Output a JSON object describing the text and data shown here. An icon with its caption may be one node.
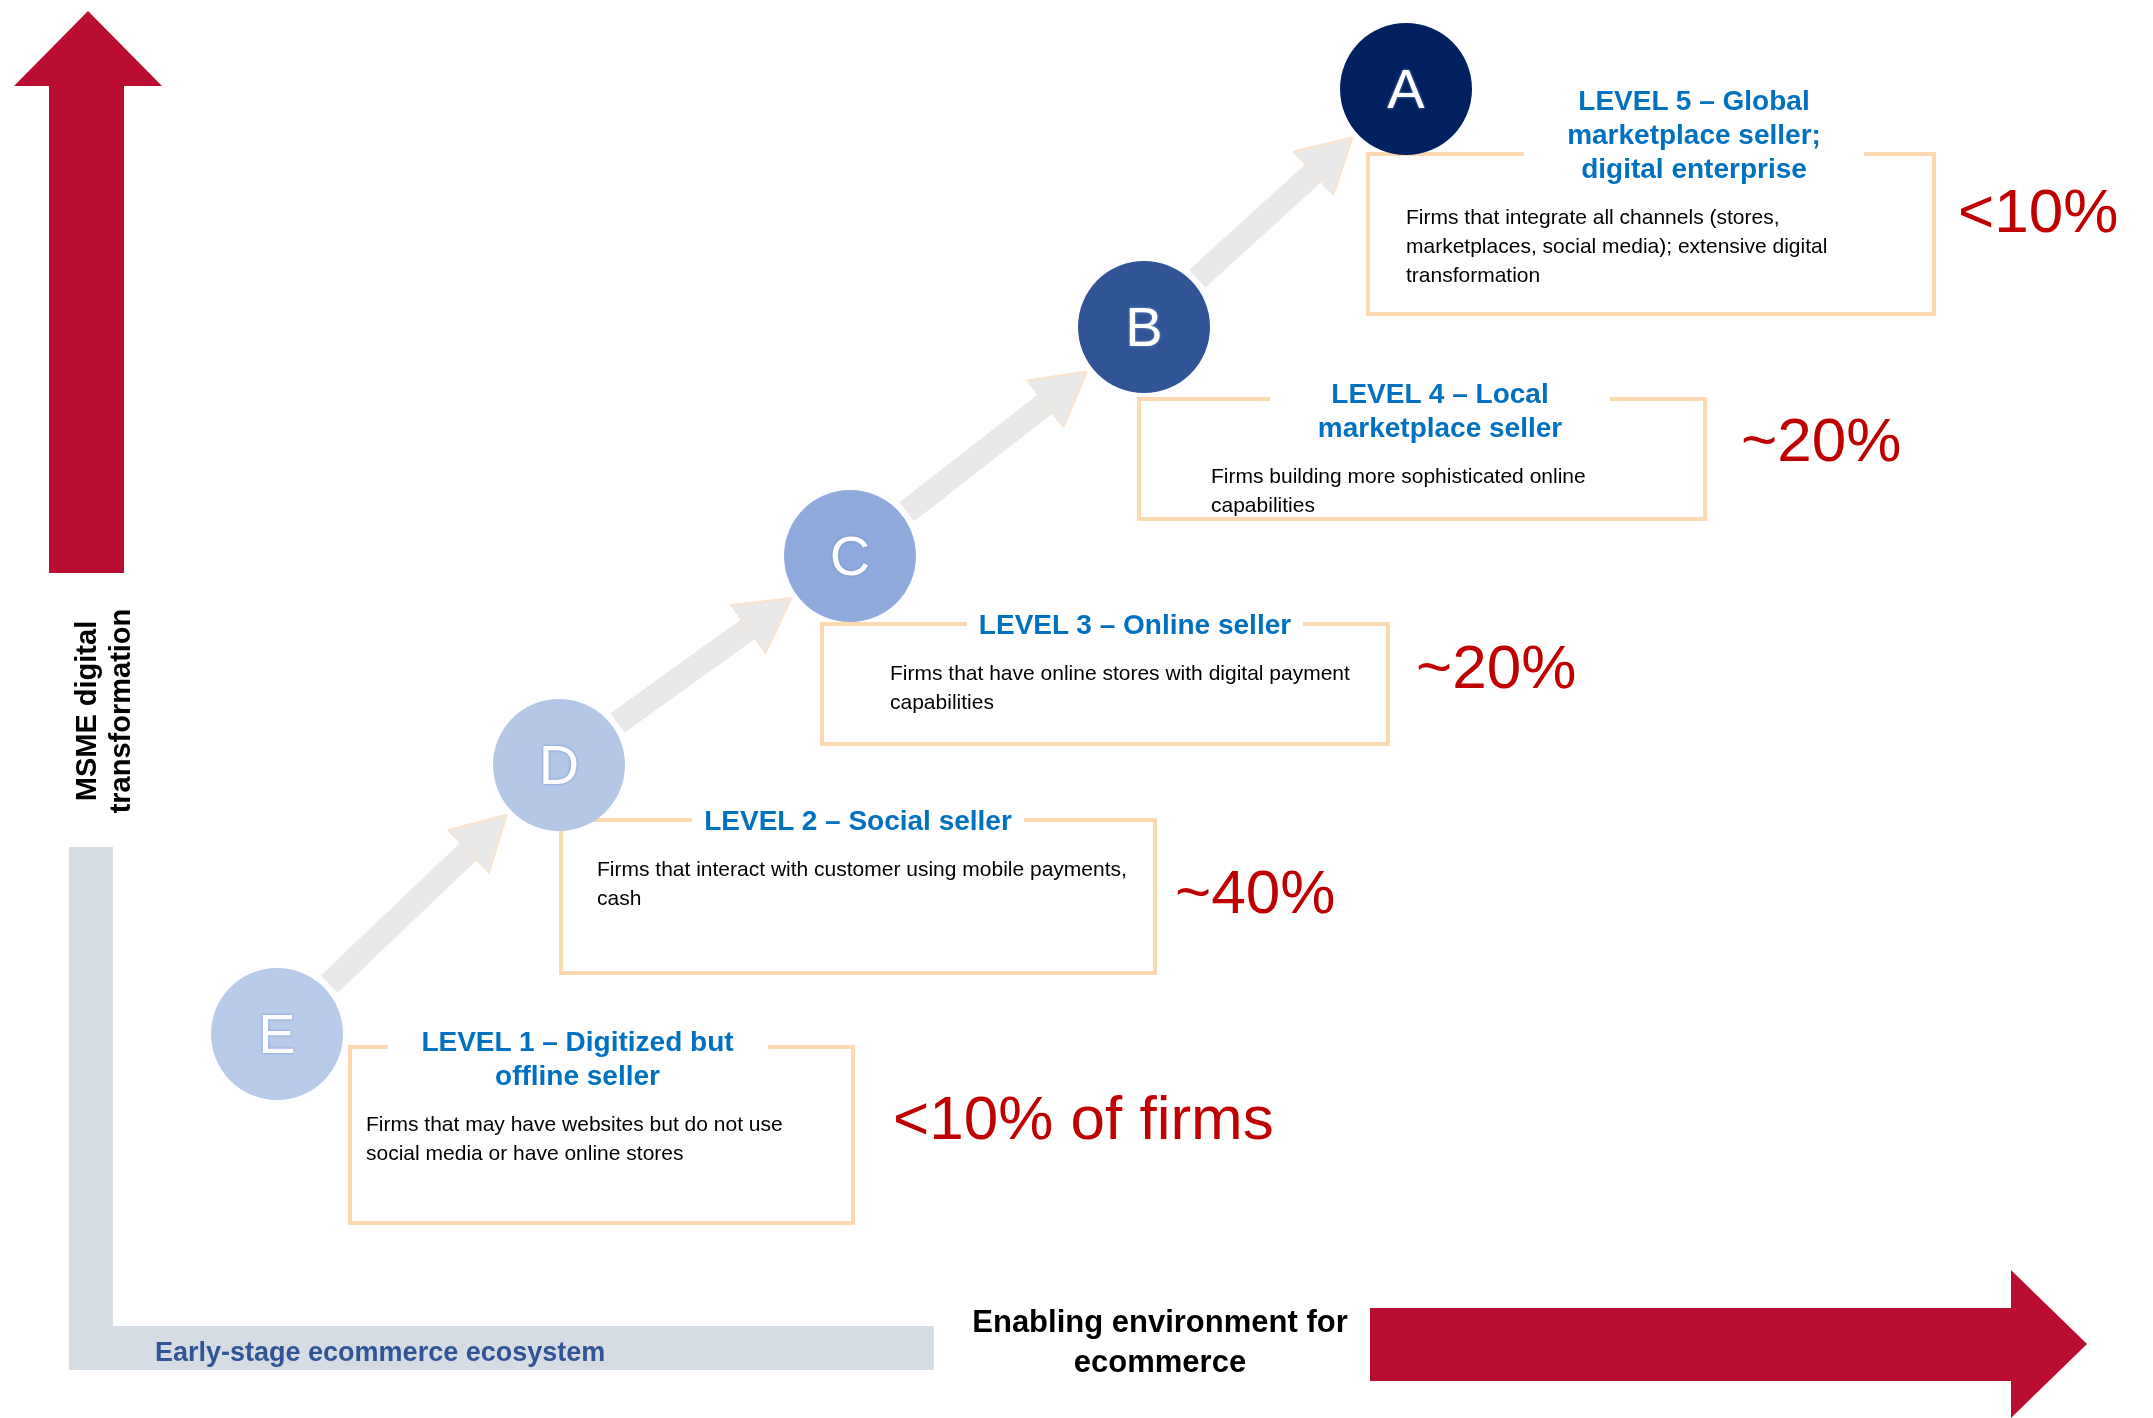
{
  "diagram": {
    "nodes": [
      {
        "text": [
          "A"
        ]
      },
      {
        "text": [
          "LEVEL 5 – Global marketplace seller; digital enterprise",
          "Firms that integrate all channels (stores, marketplaces, social media); extensive digital transformation"
        ],
        "beside": [
          "<10%"
        ]
      },
      {
        "text": [
          "B"
        ]
      },
      {
        "text": [
          "LEVEL 4 – Local marketplace seller",
          "Firms building more sophisticated online capabilities"
        ],
        "beside": [
          "~20%"
        ]
      },
      {
        "text": [
          "C"
        ]
      },
      {
        "text": [
          "LEVEL 3 – Online seller",
          "Firms that have online stores with digital payment capabilities"
        ],
        "beside": [
          "~20%"
        ]
      },
      {
        "text": [
          "D"
        ]
      },
      {
        "text": [
          "LEVEL 2 – Social seller",
          "Firms that interact with customer using mobile payments, cash"
        ],
        "beside": [
          "~40%"
        ]
      },
      {
        "text": [
          "E"
        ]
      },
      {
        "text": [
          "LEVEL 1 – Digitized but offline seller",
          "Firms that may have websites but do not use social media or have online stores"
        ],
        "beside": [
          "<10% of firms"
        ]
      }
    ],
    "edges": [
      {
        "from": 8,
        "to": 6,
        "arrow": "to"
      },
      {
        "from": 6,
        "to": 4,
        "arrow": "to"
      },
      {
        "from": 4,
        "to": 2,
        "arrow": "to"
      },
      {
        "from": 2,
        "to": 0,
        "arrow": "to"
      }
    ],
    "labels": [
      "MSME digital transformation",
      "Early-stage ecommerce ecosystem",
      "Enabling environment for ecommerce"
    ]
  }
}
